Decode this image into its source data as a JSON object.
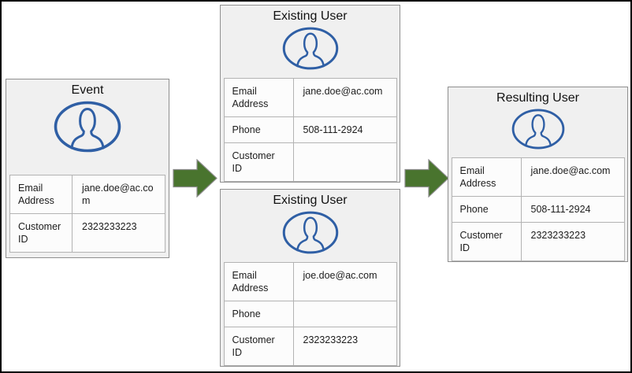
{
  "panels": [
    {
      "id": "event",
      "title": "Event",
      "rows": [
        {
          "label": "Email Address",
          "value": "jane.doe@ac.com"
        },
        {
          "label": "Customer ID",
          "value": "2323233223"
        }
      ]
    },
    {
      "id": "existing-user-top",
      "title": "Existing User",
      "rows": [
        {
          "label": "Email Address",
          "value": "jane.doe@ac.com"
        },
        {
          "label": "Phone",
          "value": "508-111-2924"
        },
        {
          "label": "Customer ID",
          "value": ""
        }
      ]
    },
    {
      "id": "existing-user-bottom",
      "title": "Existing User",
      "rows": [
        {
          "label": "Email Address",
          "value": "joe.doe@ac.com"
        },
        {
          "label": "Phone",
          "value": ""
        },
        {
          "label": "Customer ID",
          "value": "2323233223"
        }
      ]
    },
    {
      "id": "resulting-user",
      "title": "Resulting User",
      "rows": [
        {
          "label": "Email Address",
          "value": "jane.doe@ac.com"
        },
        {
          "label": "Phone",
          "value": "508-111-2924"
        },
        {
          "label": "Customer ID",
          "value": "2323233223"
        }
      ]
    }
  ],
  "icons": {
    "user": "user-silhouette-in-ellipse",
    "arrow": "block-arrow-right"
  },
  "colors": {
    "canvas_border": "#000000",
    "panel_bg": "#f0f0f0",
    "panel_border": "#8f8f8f",
    "cell_bg": "#fcfcfc",
    "cell_border": "#b3b3b3",
    "icon_blue": "#2f5fa5",
    "arrow_green": "#49742e"
  }
}
